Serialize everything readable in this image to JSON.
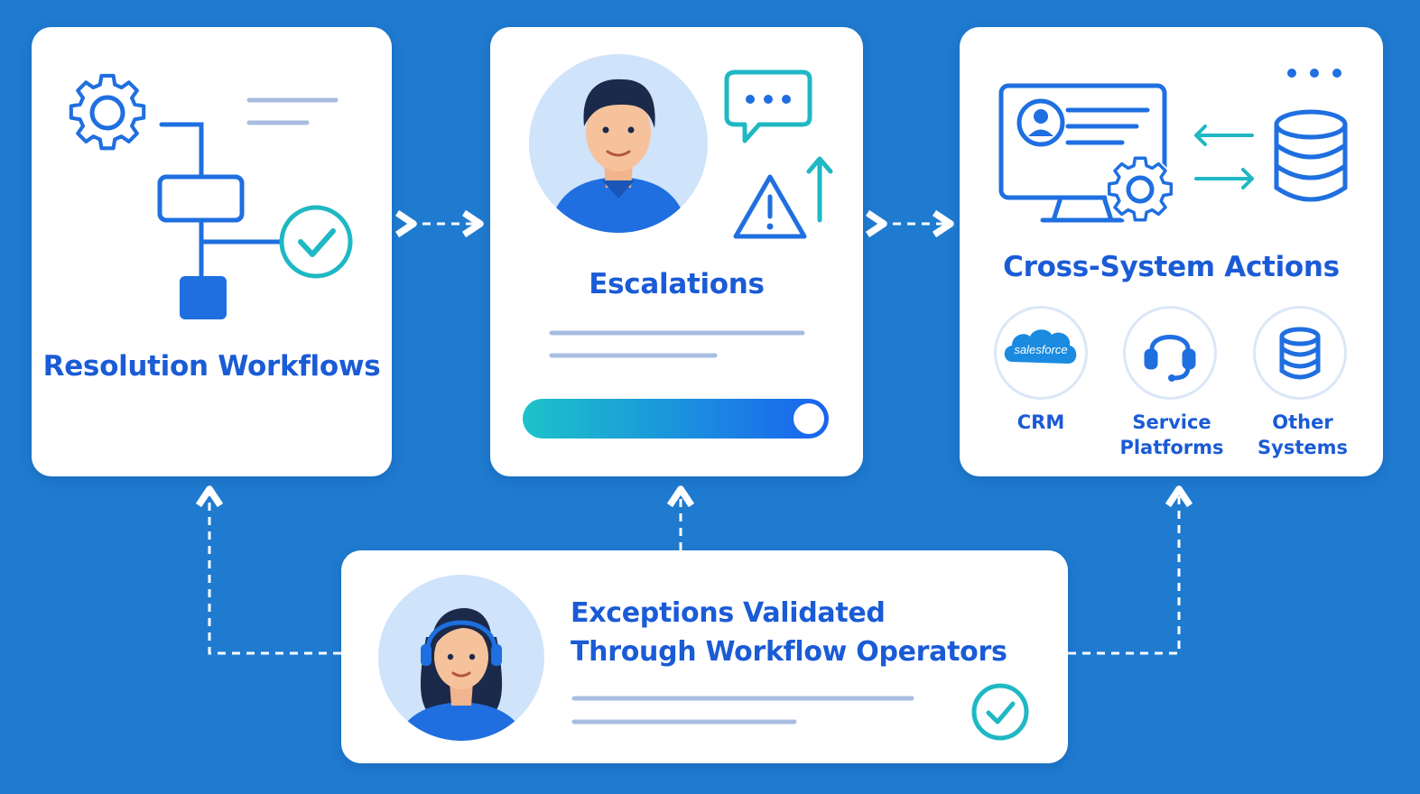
{
  "cards": {
    "resolution": {
      "title": "Resolution Workflows"
    },
    "escalations": {
      "title": "Escalations"
    },
    "cross_system": {
      "title": "Cross-System Actions",
      "systems": [
        {
          "label_line1": "CRM",
          "label_line2": "",
          "logo_text": "salesforce",
          "icon": "salesforce-cloud-icon"
        },
        {
          "label_line1": "Service",
          "label_line2": "Platforms",
          "icon": "headset-icon"
        },
        {
          "label_line1": "Other",
          "label_line2": "Systems",
          "icon": "database-icon"
        }
      ]
    },
    "operators": {
      "title_line1": "Exceptions Validated",
      "title_line2": "Through Workflow Operators"
    }
  },
  "colors": {
    "background": "#1f7bd0",
    "primary": "#1a5bd6",
    "teal": "#1fb8c4",
    "avatar_bg": "#cfe3fb"
  }
}
